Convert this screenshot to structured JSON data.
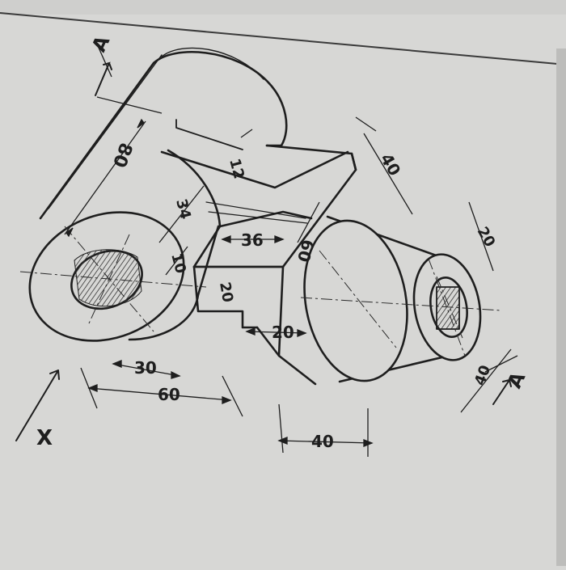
{
  "drawing": {
    "section_label_top": "A",
    "section_label_bottom": "A",
    "view_label": "X",
    "dimensions": {
      "large_cylinder_diameter": "80",
      "rib_thickness": "12",
      "height_34": "34",
      "height_10": "10",
      "web_width": "36",
      "block_height": "60",
      "block_depth": "40",
      "small_cylinder_bore": "20",
      "step_20": "20",
      "slot_20": "20",
      "bore_diameter": "30",
      "base_width": "60",
      "small_length": "40",
      "small_cylinder_diameter": "40"
    }
  },
  "colors": {
    "paper": "#d7d7d5",
    "ink": "#1e1e1e",
    "shade": "#4a4a4a"
  }
}
